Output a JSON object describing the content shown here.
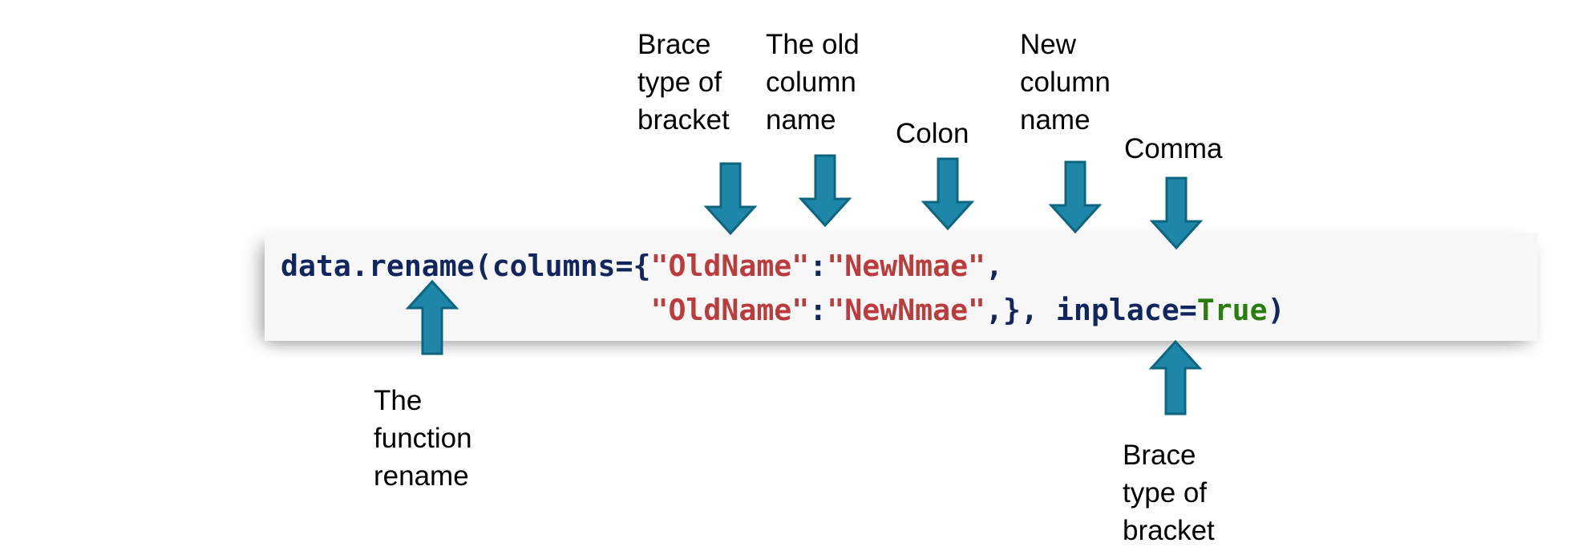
{
  "figure": {
    "title": "pandas rename() syntax annotation diagram",
    "background_color": "#ffffff",
    "arrow_color": "#1e87a9",
    "arrow_outline_color": "#0e6580",
    "code_background": "#f7f7f7"
  },
  "code": {
    "line1": {
      "segments": [
        {
          "text": "data.rename(columns={",
          "type": "plain"
        },
        {
          "text": "\"OldName\"",
          "type": "string"
        },
        {
          "text": ":",
          "type": "punct"
        },
        {
          "text": "\"NewNmae\"",
          "type": "string"
        },
        {
          "text": ",",
          "type": "punct"
        }
      ],
      "full_text": "data.rename(columns={\"OldName\":\"NewNmae\","
    },
    "line2": {
      "segments": [
        {
          "text": "                     ",
          "type": "plain"
        },
        {
          "text": "\"OldName\"",
          "type": "string"
        },
        {
          "text": ":",
          "type": "punct"
        },
        {
          "text": "\"NewNmae\"",
          "type": "string"
        },
        {
          "text": ",}, inplace=",
          "type": "plain"
        },
        {
          "text": "True",
          "type": "keyword"
        },
        {
          "text": ")",
          "type": "plain"
        }
      ],
      "full_text": "                     \"OldName\":\"NewNmae\",}, inplace=True)"
    },
    "colors": {
      "plain": "#11265c",
      "string": "#bb3c3c",
      "keyword": "#2a7d0e",
      "punct": "#11265c"
    }
  },
  "annotations": [
    {
      "id": "brace-open",
      "label": "Brace\ntype of\nbracket",
      "target": "{",
      "arrow": "arrow-down-icon",
      "direction": "down"
    },
    {
      "id": "old-column-name",
      "label": "The old\ncolumn\nname",
      "target": "\"OldName\"",
      "arrow": "arrow-down-icon",
      "direction": "down"
    },
    {
      "id": "colon",
      "label": "Colon",
      "target": ":",
      "arrow": "arrow-down-icon",
      "direction": "down"
    },
    {
      "id": "new-column-name",
      "label": "New\ncolumn\nname",
      "target": "\"NewNmae\"",
      "arrow": "arrow-down-icon",
      "direction": "down"
    },
    {
      "id": "comma",
      "label": "Comma",
      "target": ",",
      "arrow": "arrow-down-icon",
      "direction": "down"
    },
    {
      "id": "function-rename",
      "label": "The\nfunction\nrename",
      "target": "rename",
      "arrow": "arrow-up-icon",
      "direction": "up"
    },
    {
      "id": "brace-close",
      "label": "Brace\ntype of\nbracket",
      "target": "}",
      "arrow": "arrow-up-icon",
      "direction": "up"
    }
  ]
}
